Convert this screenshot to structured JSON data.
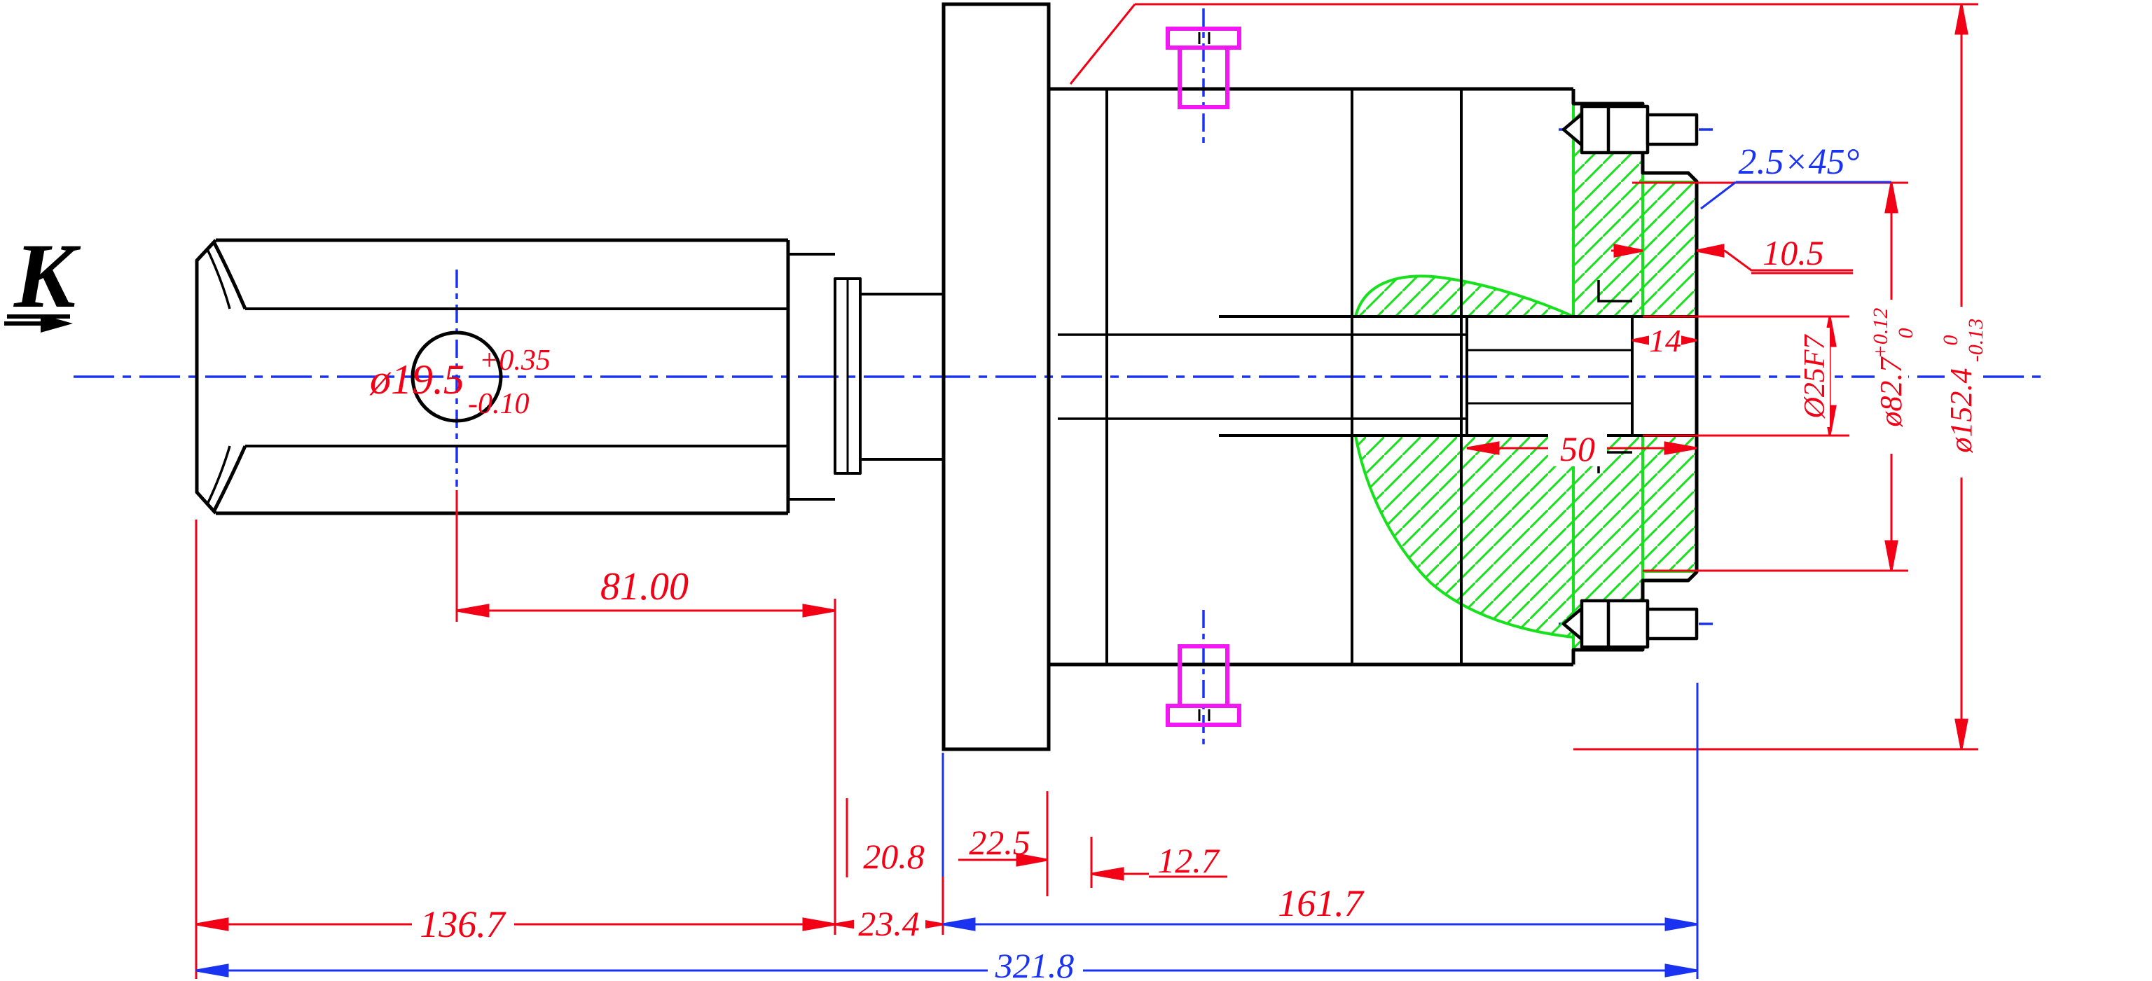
{
  "drawing": {
    "type": "engineering-section-drawing",
    "view_label": "K",
    "colors": {
      "outline": "#000000",
      "dimension_red": "#f10016",
      "dimension_blue": "#1a33f0",
      "hatch_green": "#16e11c",
      "port_magenta": "#f318f3",
      "background": "#ffffff"
    },
    "dims": {
      "shaft_hole_dia": "ø19.5",
      "shaft_hole_tol_up": "+0.35",
      "shaft_hole_tol_lo": "-0.10",
      "hole_to_end": "81.00",
      "shaft_length": "136.7",
      "neck_length": "23.4",
      "body_length": "161.7",
      "total_length": "321.8",
      "seal_depth": "20.8",
      "port_offset": "22.5",
      "port_face": "12.7",
      "chamfer": "2.5×45°",
      "pilot_length": "10.5",
      "bore_depth_f7": "14",
      "bore_depth": "50",
      "coupling_bore": "Ø25F7",
      "pilot_dia": "ø82.7",
      "pilot_tol_up": "+0.12",
      "pilot_tol_lo": "0",
      "flange_dia": "ø152.4",
      "flange_tol_up": "0",
      "flange_tol_lo": "-0.13"
    }
  }
}
